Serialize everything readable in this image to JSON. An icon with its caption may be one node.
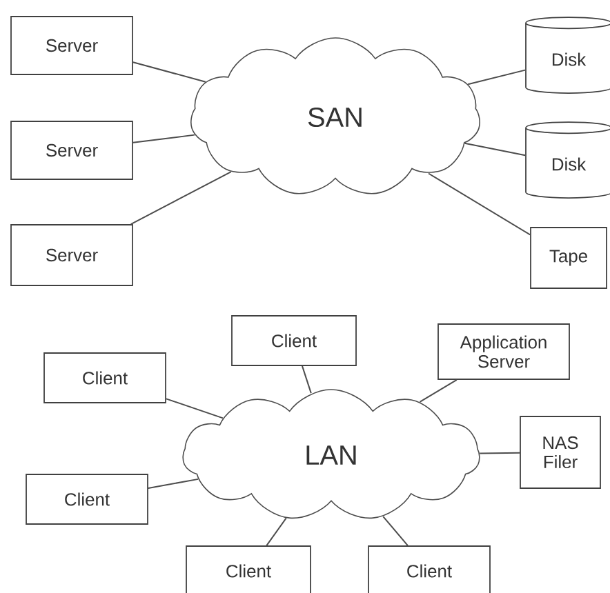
{
  "diagram": {
    "nodes": [
      {
        "text": [
          "Server"
        ]
      },
      {
        "text": [
          "Server"
        ]
      },
      {
        "text": [
          "Server"
        ]
      },
      {
        "text": [
          "SAN"
        ]
      },
      {
        "text": [
          "Disk"
        ]
      },
      {
        "text": [
          "Disk"
        ]
      },
      {
        "text": [
          "Tape"
        ]
      },
      {
        "text": [
          "Client"
        ]
      },
      {
        "text": [
          "Application Server"
        ]
      },
      {
        "text": [
          "Client"
        ]
      },
      {
        "text": [
          "LAN"
        ]
      },
      {
        "text": [
          "NAS Filer"
        ]
      },
      {
        "text": [
          "Client"
        ]
      },
      {
        "text": [
          "Client"
        ]
      },
      {
        "text": [
          "Client"
        ]
      }
    ],
    "edges": [
      {
        "from": 0,
        "to": 3,
        "arrow": "none"
      },
      {
        "from": 1,
        "to": 3,
        "arrow": "none"
      },
      {
        "from": 2,
        "to": 3,
        "arrow": "none"
      },
      {
        "from": 3,
        "to": 4,
        "arrow": "none"
      },
      {
        "from": 3,
        "to": 5,
        "arrow": "none"
      },
      {
        "from": 3,
        "to": 6,
        "arrow": "none"
      },
      {
        "from": 7,
        "to": 10,
        "arrow": "none"
      },
      {
        "from": 8,
        "to": 10,
        "arrow": "none"
      },
      {
        "from": 9,
        "to": 10,
        "arrow": "none"
      },
      {
        "from": 10,
        "to": 11,
        "arrow": "none"
      },
      {
        "from": 12,
        "to": 10,
        "arrow": "none"
      },
      {
        "from": 13,
        "to": 10,
        "arrow": "none"
      },
      {
        "from": 14,
        "to": 10,
        "arrow": "none"
      }
    ]
  }
}
